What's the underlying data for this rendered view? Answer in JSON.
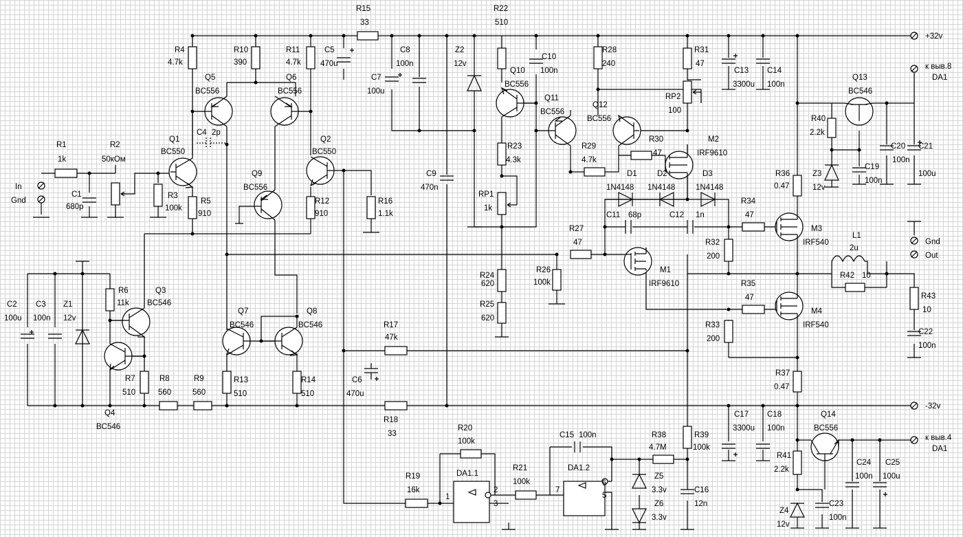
{
  "rails": {
    "pos": "+32v",
    "neg": "-32v",
    "da1_pin8": "к выв.8",
    "da1_pin4": "к выв.4",
    "da1": "DA1"
  },
  "io": {
    "in": "In",
    "gnd_in": "Gnd",
    "gnd_out": "Gnd",
    "out": "Out"
  },
  "resistors": [
    {
      "ref": "R1",
      "value": "1k"
    },
    {
      "ref": "R2",
      "value": "50кОм"
    },
    {
      "ref": "R3",
      "value": "100k"
    },
    {
      "ref": "R4",
      "value": "4.7k"
    },
    {
      "ref": "R5",
      "value": "910"
    },
    {
      "ref": "R6",
      "value": "11k"
    },
    {
      "ref": "R7",
      "value": "510"
    },
    {
      "ref": "R8",
      "value": "560"
    },
    {
      "ref": "R9",
      "value": "560"
    },
    {
      "ref": "R10",
      "value": "390"
    },
    {
      "ref": "R11",
      "value": "4.7k"
    },
    {
      "ref": "R12",
      "value": "910"
    },
    {
      "ref": "R13",
      "value": "510"
    },
    {
      "ref": "R14",
      "value": "510"
    },
    {
      "ref": "R15",
      "value": "33"
    },
    {
      "ref": "R16",
      "value": "1.1k"
    },
    {
      "ref": "R17",
      "value": "47k"
    },
    {
      "ref": "R18",
      "value": "33"
    },
    {
      "ref": "R19",
      "value": "16k"
    },
    {
      "ref": "R20",
      "value": "100k"
    },
    {
      "ref": "R21",
      "value": "100k"
    },
    {
      "ref": "R22",
      "value": "510"
    },
    {
      "ref": "R23",
      "value": "4.3k"
    },
    {
      "ref": "R24",
      "value": "620"
    },
    {
      "ref": "R25",
      "value": "620"
    },
    {
      "ref": "R26",
      "value": "100k"
    },
    {
      "ref": "R27",
      "value": "47"
    },
    {
      "ref": "R28",
      "value": "240"
    },
    {
      "ref": "R29",
      "value": "4.7k"
    },
    {
      "ref": "R30",
      "value": "47"
    },
    {
      "ref": "R31",
      "value": "47"
    },
    {
      "ref": "R32",
      "value": "200"
    },
    {
      "ref": "R33",
      "value": "200"
    },
    {
      "ref": "R34",
      "value": "47"
    },
    {
      "ref": "R35",
      "value": "47"
    },
    {
      "ref": "R36",
      "value": "0.47"
    },
    {
      "ref": "R37",
      "value": "0.47"
    },
    {
      "ref": "R38",
      "value": "4.7M"
    },
    {
      "ref": "R39",
      "value": "100k"
    },
    {
      "ref": "R40",
      "value": "2.2k"
    },
    {
      "ref": "R41",
      "value": "2.2k"
    },
    {
      "ref": "R42",
      "value": "10"
    },
    {
      "ref": "R43",
      "value": "10"
    },
    {
      "ref": "RP1",
      "value": "1k"
    },
    {
      "ref": "RP2",
      "value": "100"
    }
  ],
  "capacitors": [
    {
      "ref": "C1",
      "value": "680p"
    },
    {
      "ref": "C2",
      "value": "100u"
    },
    {
      "ref": "C3",
      "value": "100n"
    },
    {
      "ref": "C4",
      "value": "2p"
    },
    {
      "ref": "C5",
      "value": "470u"
    },
    {
      "ref": "C6",
      "value": "470u"
    },
    {
      "ref": "C7",
      "value": "100u"
    },
    {
      "ref": "C8",
      "value": "100n"
    },
    {
      "ref": "C9",
      "value": "470n"
    },
    {
      "ref": "C10",
      "value": "100n"
    },
    {
      "ref": "C11",
      "value": "68p"
    },
    {
      "ref": "C12",
      "value": "1n"
    },
    {
      "ref": "C13",
      "value": "3300u"
    },
    {
      "ref": "C14",
      "value": "100n"
    },
    {
      "ref": "C15",
      "value": "100n"
    },
    {
      "ref": "C16",
      "value": "12n"
    },
    {
      "ref": "C17",
      "value": "3300u"
    },
    {
      "ref": "C18",
      "value": "100n"
    },
    {
      "ref": "C19",
      "value": "100n"
    },
    {
      "ref": "C20",
      "value": "100n"
    },
    {
      "ref": "C21",
      "value": "100u"
    },
    {
      "ref": "C22",
      "value": "100n"
    },
    {
      "ref": "C23",
      "value": "100n"
    },
    {
      "ref": "C24",
      "value": "100n"
    },
    {
      "ref": "C25",
      "value": "100u"
    }
  ],
  "transistors": [
    {
      "ref": "Q1",
      "type": "BC550"
    },
    {
      "ref": "Q2",
      "type": "BC550"
    },
    {
      "ref": "Q3",
      "type": "BC546"
    },
    {
      "ref": "Q4",
      "type": "BC546"
    },
    {
      "ref": "Q5",
      "type": "BC556"
    },
    {
      "ref": "Q6",
      "type": "BC556"
    },
    {
      "ref": "Q7",
      "type": "BC546"
    },
    {
      "ref": "Q8",
      "type": "BC546"
    },
    {
      "ref": "Q9",
      "type": "BC556"
    },
    {
      "ref": "Q10",
      "type": "BC556"
    },
    {
      "ref": "Q11",
      "type": "BC556"
    },
    {
      "ref": "Q12",
      "type": "BC556"
    },
    {
      "ref": "Q13",
      "type": "BC546"
    },
    {
      "ref": "Q14",
      "type": "BC556"
    },
    {
      "ref": "M1",
      "type": "IRF9610"
    },
    {
      "ref": "M2",
      "type": "IRF9610"
    },
    {
      "ref": "M3",
      "type": "IRF540"
    },
    {
      "ref": "M4",
      "type": "IRF540"
    }
  ],
  "diodes": [
    {
      "ref": "D1",
      "type": "1N4148"
    },
    {
      "ref": "D2",
      "type": "1N4148"
    },
    {
      "ref": "D3",
      "type": "1N4148"
    },
    {
      "ref": "Z1",
      "type": "12v"
    },
    {
      "ref": "Z2",
      "type": "12v"
    },
    {
      "ref": "Z3",
      "type": "12v"
    },
    {
      "ref": "Z4",
      "type": "12v"
    },
    {
      "ref": "Z5",
      "type": "3.3v"
    },
    {
      "ref": "Z6",
      "type": "3.3v"
    }
  ],
  "inductor": {
    "ref": "L1",
    "value": "2u"
  },
  "opamps": [
    {
      "ref": "DA1.1",
      "pins": [
        "1",
        "2",
        "3"
      ]
    },
    {
      "ref": "DA1.2",
      "pins": [
        "7",
        "6",
        "5"
      ]
    }
  ],
  "colors": {
    "wire": "#000000",
    "grid": "#d4d4d4",
    "background": "#ffffff"
  }
}
